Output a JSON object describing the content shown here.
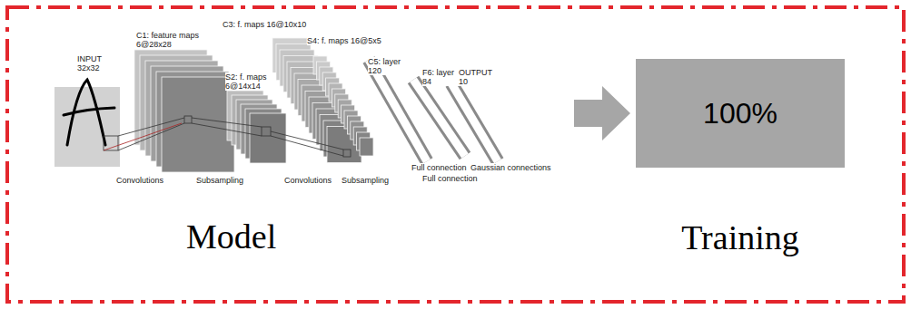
{
  "diagram": {
    "nodes": [
      {
        "text": [
          "Model"
        ]
      },
      {
        "text": [
          "100%",
          "Training"
        ]
      }
    ],
    "edges": [
      {
        "from": 0,
        "to": 1,
        "arrow": "to"
      }
    ],
    "labels": [
      "INPUT 32x32",
      "C1: feature maps 6@28x28",
      "S2: f. maps 6@14x14",
      "C3: f. maps 16@10x10",
      "S4: f. maps 16@5x5",
      "C5: layer 120",
      "F6: layer 84",
      "OUTPUT 10",
      "Convolutions",
      "Subsampling",
      "Convolutions",
      "Subsampling",
      "Full connection",
      "Full connection",
      "Gaussian connections"
    ]
  }
}
